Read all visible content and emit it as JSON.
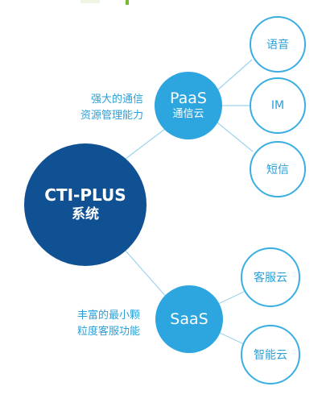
{
  "core": {
    "title": "CTI-PLUS",
    "subtitle": "系统"
  },
  "paas": {
    "title": "PaaS",
    "subtitle": "通信云",
    "caption_line1": "强大的通信",
    "caption_line2": "资源管理能力",
    "children": [
      "语音",
      "IM",
      "短信"
    ]
  },
  "saas": {
    "title": "SaaS",
    "caption_line1": "丰富的最小颗",
    "caption_line2": "粒度客服功能",
    "children": [
      "客服云",
      "智能云"
    ]
  },
  "colors": {
    "core": "#0f5193",
    "mid": "#2da6df",
    "leaf_border": "#3aaee2",
    "text_accent": "#2ba0d8",
    "connector": "#9fd3ee"
  }
}
